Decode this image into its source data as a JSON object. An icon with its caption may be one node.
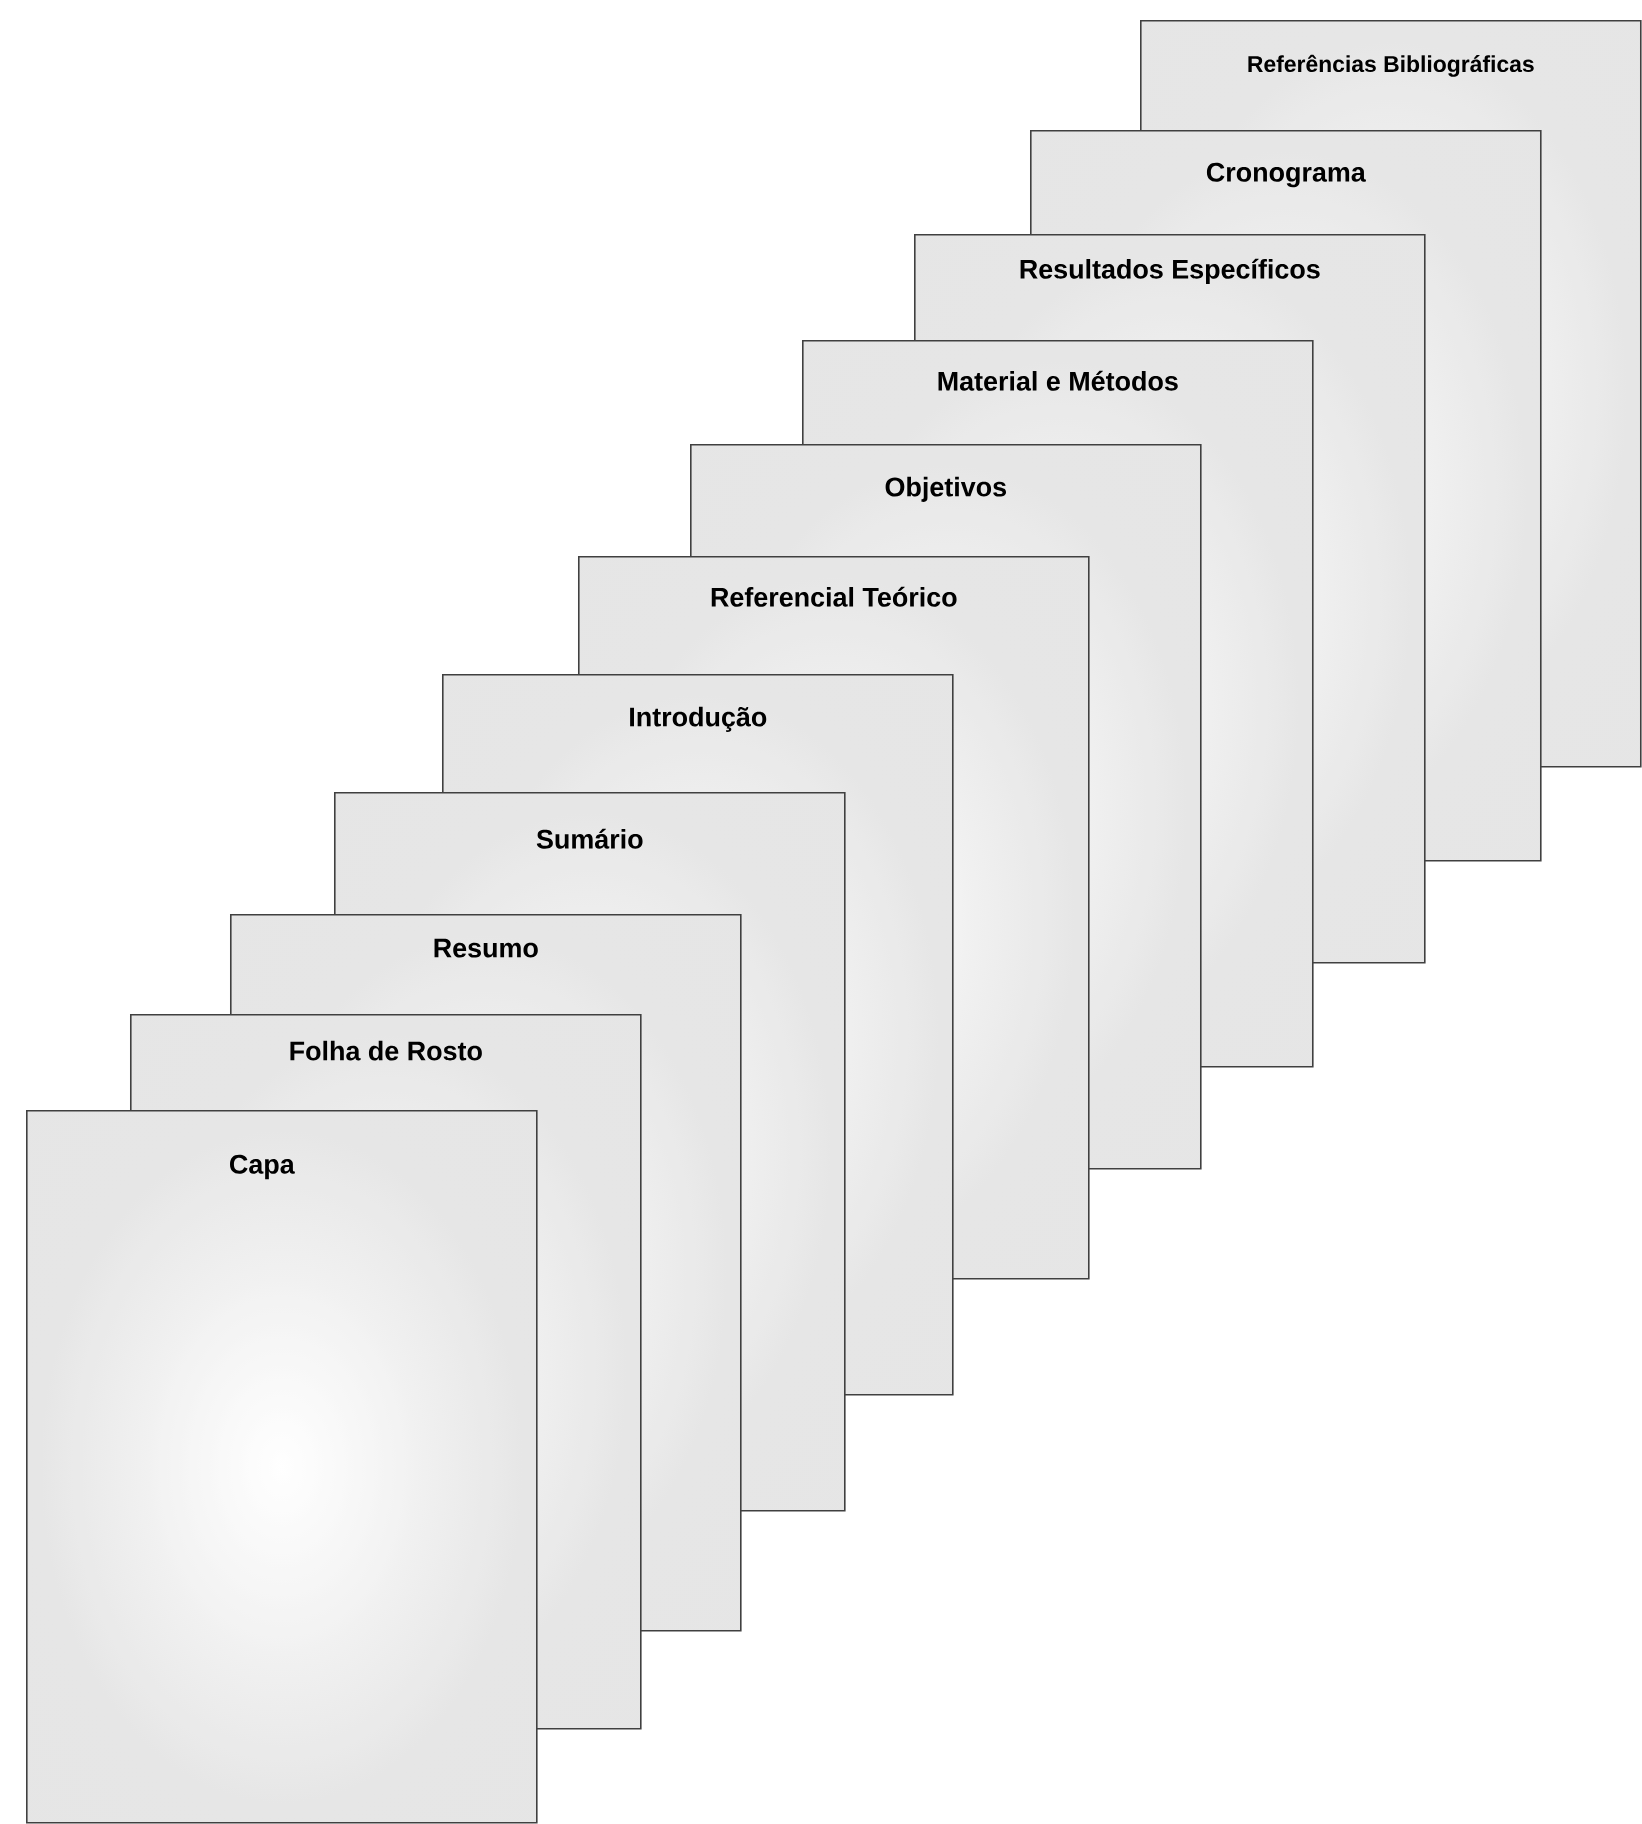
{
  "diagram": {
    "nodes": [
      {
        "text": [
          "Capa"
        ]
      },
      {
        "text": [
          "Folha de Rosto"
        ]
      },
      {
        "text": [
          "Resumo"
        ]
      },
      {
        "text": [
          "Sumário"
        ]
      },
      {
        "text": [
          "Introdução"
        ]
      },
      {
        "text": [
          "Referencial Teórico"
        ]
      },
      {
        "text": [
          "Objetivos"
        ]
      },
      {
        "text": [
          "Material e Métodos"
        ]
      },
      {
        "text": [
          "Resultados Específicos"
        ]
      },
      {
        "text": [
          "Cronograma"
        ]
      },
      {
        "text": [
          "Referências Bibliográficas"
        ]
      }
    ]
  }
}
